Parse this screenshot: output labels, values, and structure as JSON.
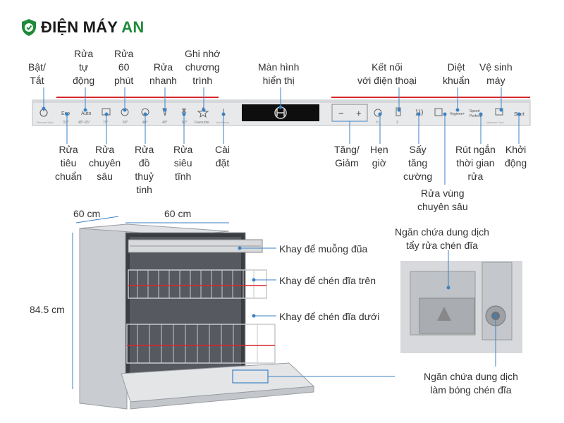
{
  "brand": {
    "name": "ĐIỆN MÁY",
    "name_accent": "AN",
    "color": "#1f8a3a"
  },
  "top_labels": {
    "power": [
      "Bật/",
      "Tắt"
    ],
    "auto": [
      "Rửa",
      "tự",
      "động"
    ],
    "min60": [
      "Rửa",
      "60",
      "phút"
    ],
    "quick": [
      "Rửa",
      "nhanh"
    ],
    "favourite": [
      "Ghi nhớ",
      "chương",
      "trình"
    ],
    "display": [
      "Màn hình",
      "hiển thị"
    ],
    "connect": [
      "Kết nối",
      "với điện thoại"
    ],
    "hygiene": [
      "Diệt",
      "khuẩn"
    ],
    "machine_care": [
      "Vệ sinh",
      "máy"
    ]
  },
  "bottom_labels": {
    "eco": [
      "Rửa",
      "tiêu",
      "chuẩn"
    ],
    "intensive": [
      "Rửa",
      "chuyên",
      "sâu"
    ],
    "glass": [
      "Rửa",
      "đồ",
      "thuỷ",
      "tinh"
    ],
    "silence": [
      "Rửa",
      "siêu",
      "tĩnh"
    ],
    "settings": [
      "Cài",
      "đặt"
    ],
    "plus_minus": [
      "Tăng/",
      "Giảm"
    ],
    "timer": [
      "Hẹn",
      "giờ"
    ],
    "extra_dry": [
      "Sấy",
      "tăng",
      "cường"
    ],
    "speed_perfect": [
      "Rút ngắn",
      "thời gian",
      "rửa"
    ],
    "start": [
      "Khởi",
      "động"
    ],
    "zone": [
      "Rửa vùng",
      "chuyên sâu"
    ]
  },
  "panel": {
    "buttons": {
      "eco": "Eco",
      "auto": "Auto",
      "favorite": "Favourite",
      "hygiene": "Hygiene+",
      "speed1": "Speed",
      "speed2": "Perfect+",
      "start": "Start",
      "minus": "−",
      "plus": "+",
      "machine_care": "Machine Care",
      "info": "Info/Setup",
      "remote": "Remote Start"
    },
    "temps": {
      "eco": "50°",
      "auto": "45°-65°",
      "intensive": "70°",
      "min60": "60°",
      "glass": "40°",
      "quick": "40°",
      "silence": "50°"
    },
    "timer_marks": {
      "h": "h",
      "sec": "3"
    },
    "accent": "#d9262b"
  },
  "dimensions": {
    "depth": "60 cm",
    "width": "60 cm",
    "height": "84.5 cm"
  },
  "parts": {
    "cutlery": "Khay để muỗng đũa",
    "upper": "Khay để chén đĩa trên",
    "lower": "Khay để chén đĩa dưới"
  },
  "detergent": {
    "title": [
      "Ngăn chứa dung dịch",
      "tẩy rửa chén đĩa"
    ],
    "rinse": [
      "Ngăn chứa dung dịch",
      "làm bóng chén đĩa"
    ]
  }
}
